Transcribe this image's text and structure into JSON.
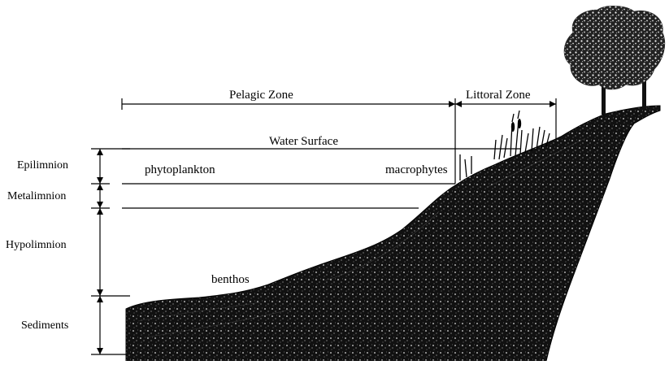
{
  "diagram": {
    "zones": {
      "pelagic": "Pelagic Zone",
      "littoral": "Littoral Zone"
    },
    "water_surface": "Water Surface",
    "layers": {
      "epilimnion": "Epilimnion",
      "metalimnion": "Metalimnion",
      "hypolimnion": "Hypolimnion",
      "sediments": "Sediments"
    },
    "organisms": {
      "phytoplankton": "phytoplankton",
      "macrophytes": "macrophytes",
      "benthos": "benthos"
    }
  }
}
